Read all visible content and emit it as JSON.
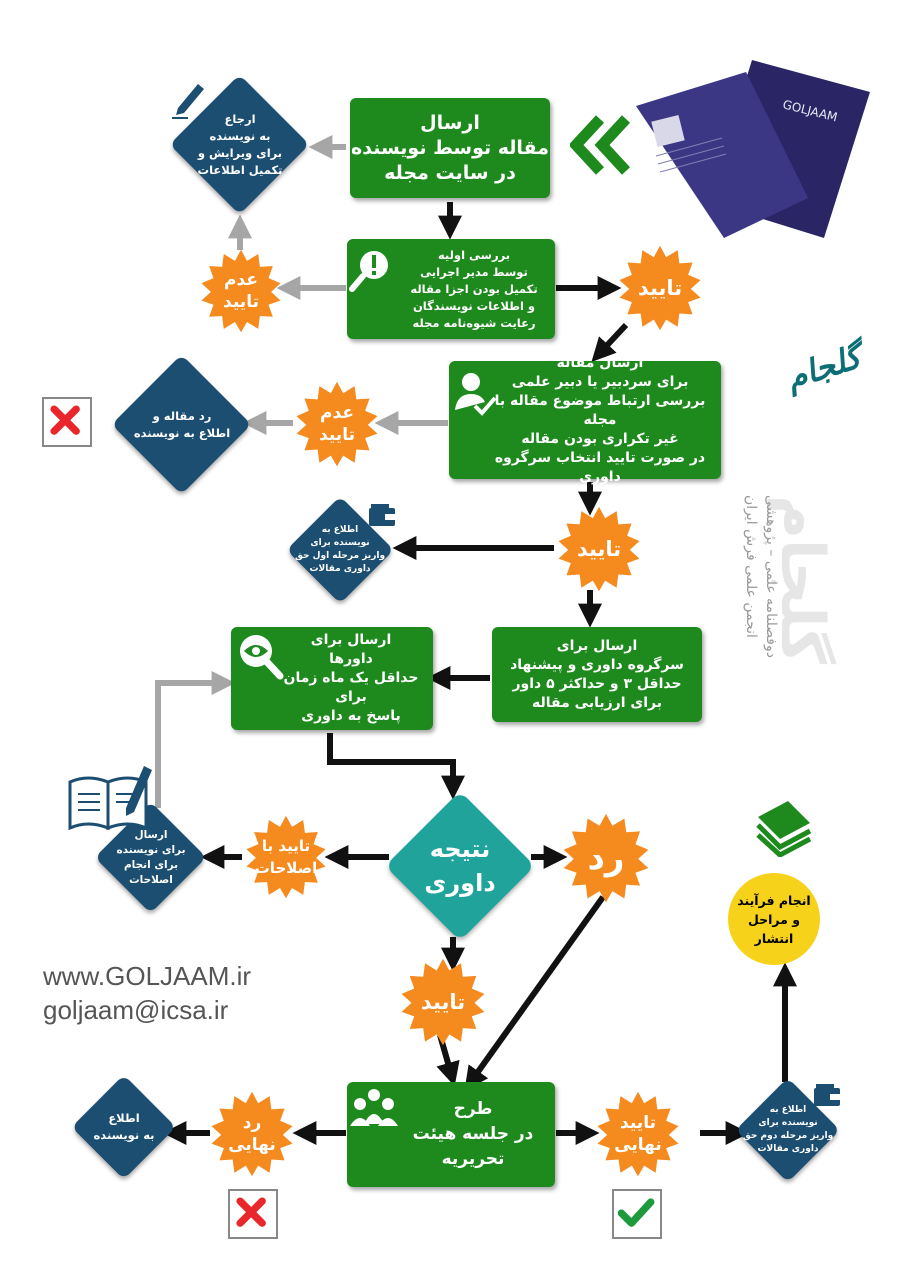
{
  "colors": {
    "green": "#1e8a1e",
    "orange": "#f58a1f",
    "navy": "#1c4e72",
    "teal": "#1fa39b",
    "yellow": "#f6d31a",
    "gray_arrow": "#a6a6a6",
    "black_arrow": "#111111",
    "red_x": "#e8262c",
    "check": "#1e9a3c"
  },
  "submit": {
    "lines": [
      "ارسال",
      "مقاله توسط نویسنده",
      "در سایت مجله"
    ]
  },
  "return_author": {
    "lines": [
      "ارجاع",
      "به نویسنده",
      "برای ویرایش و",
      "تکمیل اطلاعات"
    ]
  },
  "initial_review": {
    "lines": [
      "بررسی اولیه",
      "توسط مدیر اجرایی",
      "تکمیل بودن اجزا مقاله",
      "و اطلاعات نویسندگان",
      "رعایت شیوه‌نامه مجله"
    ]
  },
  "seal_reject_1": {
    "lines": [
      "عدم",
      "تایید"
    ]
  },
  "seal_approve_1": {
    "lines": [
      "تایید"
    ]
  },
  "editor_review": {
    "lines": [
      "ارسال مقاله",
      "برای سردبیر یا دبیر علمی",
      "بررسی ارتباط موضوع مقاله با مجله",
      "غیر تکراری بودن مقاله",
      "در صورت تایید انتخاب سرگروه داوری"
    ]
  },
  "seal_reject_2": {
    "lines": [
      "عدم",
      "تایید"
    ]
  },
  "reject_notify": {
    "lines": [
      "رد مقاله و",
      "اطلاع به نویسنده"
    ]
  },
  "seal_approve_2": {
    "lines": [
      "تایید"
    ]
  },
  "fee1_notify": {
    "lines": [
      "اطلاع به",
      "نویسنده برای",
      "واریز مرحله اول حق",
      "داوری مقالات"
    ]
  },
  "head_referee": {
    "lines": [
      "ارسال برای",
      "سرگروه داوری و پیشنهاد",
      "حداقل ۳ و حداکثر ۵ داور",
      "برای ارزیابی مقاله"
    ]
  },
  "send_referees": {
    "lines": [
      "ارسال برای",
      "داورها",
      "حداقل یک ماه زمان برای",
      "پاسخ به داوری"
    ]
  },
  "result": {
    "lines": [
      "نتیجه",
      "داوری"
    ]
  },
  "seal_with_revisions": {
    "lines": [
      "تایید با",
      "اصلاحات"
    ]
  },
  "revision_notify": {
    "lines": [
      "ارسال",
      "برای نویسنده",
      "برای انجام",
      "اصلاحات"
    ]
  },
  "seal_reject_result": {
    "lines": [
      "رد"
    ]
  },
  "seal_approve_result": {
    "lines": [
      "تایید"
    ]
  },
  "board_meeting": {
    "lines": [
      "طرح",
      "در جلسه هیئت",
      "تحریریه"
    ]
  },
  "seal_final_reject": {
    "lines": [
      "رد",
      "نهایی"
    ]
  },
  "final_reject_notify": {
    "lines": [
      "اطلاع",
      "به نویسنده"
    ]
  },
  "seal_final_approve": {
    "lines": [
      "تایید",
      "نهایی"
    ]
  },
  "fee2_notify": {
    "lines": [
      "اطلاع به",
      "نویسنده برای",
      "واریز مرحله دوم حق",
      "داوری مقالات"
    ]
  },
  "publish": {
    "lines": [
      "انجام فرآیند",
      "و مراحل",
      "انتشار"
    ]
  },
  "contact": {
    "website": "www.GOLJAAM.ir",
    "email": "goljaam@icsa.ir"
  },
  "brand": {
    "logo_script": "گلجام",
    "large_vertical": "گلجام",
    "subtitle_1": "دوفصلنامه علمی – پژوهشی",
    "subtitle_2": "انجمن علمی فرش ایران",
    "journal_cover": "GOLJAAM"
  },
  "icons": [
    "pencil-icon",
    "search-alert-icon",
    "user-check-icon",
    "wallet-icon",
    "eye-search-icon",
    "book-pencil-icon",
    "team-icon",
    "books-icon",
    "x-mark-icon",
    "check-mark-icon",
    "double-chevron-icon"
  ]
}
